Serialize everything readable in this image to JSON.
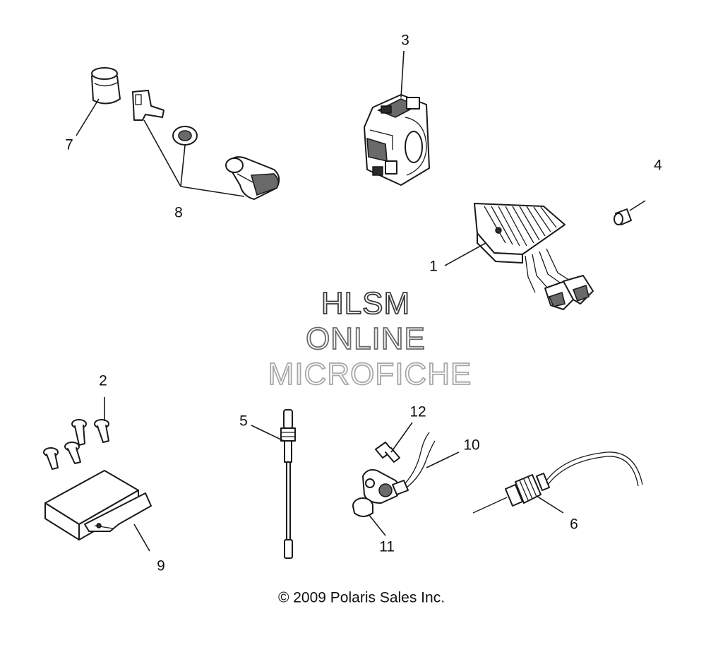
{
  "watermark": {
    "line1": "HLSM",
    "line2": "ONLINE",
    "line3": "MICROFICHE"
  },
  "callouts": [
    "1",
    "2",
    "3",
    "4",
    "5",
    "6",
    "7",
    "8",
    "9",
    "10",
    "11",
    "12"
  ],
  "copyright": "© 2009 Polaris Sales Inc."
}
